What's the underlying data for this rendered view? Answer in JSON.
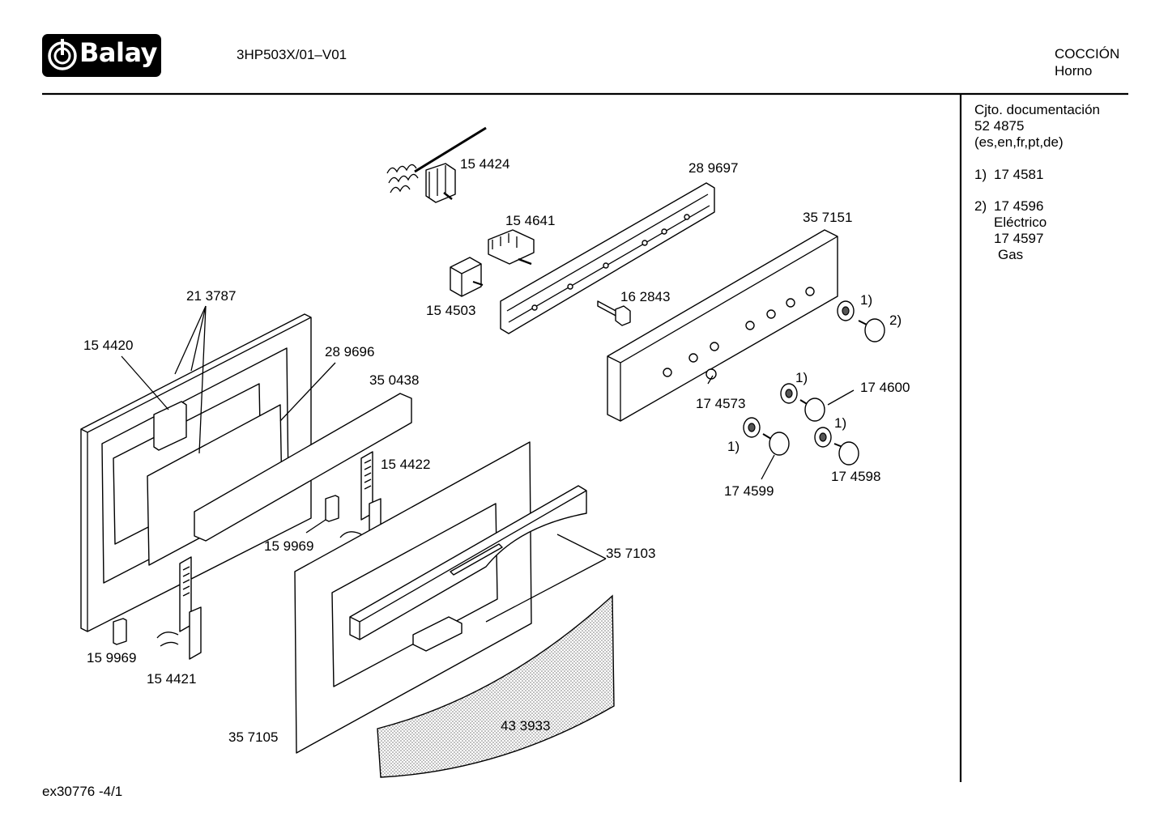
{
  "header": {
    "brand": "Balay",
    "model": "3HP503X/01–V01",
    "category": "COCCIÓN",
    "subcategory": "Horno"
  },
  "sidebar": {
    "doc_title": "Cjto. documentación",
    "doc_number": "52 4875",
    "doc_langs": "(es,en,fr,pt,de)",
    "note1_marker": "1)",
    "note1_value": "17 4581",
    "note2_marker": "2)",
    "note2_value_a": "17 4596",
    "note2_label_a": "Eléctrico",
    "note2_value_b": "17 4597",
    "note2_label_b": "Gas"
  },
  "footer": {
    "code": "ex30776  -4/1"
  },
  "parts": {
    "p154424": "15 4424",
    "p289697": "28 9697",
    "p154641": "15 4641",
    "p357151": "35 7151",
    "p154503": "15 4503",
    "p162843": "16 2843",
    "p213787": "21 3787",
    "p154420": "15 4420",
    "p289696": "28 9696",
    "p350438": "35 0438",
    "p174573": "17 4573",
    "p174600": "17 4600",
    "p154422": "15 4422",
    "p174599": "17 4599",
    "p174598": "17 4598",
    "p159969a": "15 9969",
    "p357103": "35 7103",
    "p159969b": "15 9969",
    "p154421": "15 4421",
    "p433933": "43 3933",
    "p357105": "35 7105"
  },
  "markers": {
    "m1a": "1)",
    "m2": "2)",
    "m1b": "1)",
    "m1c": "1)",
    "m1d": "1)"
  }
}
